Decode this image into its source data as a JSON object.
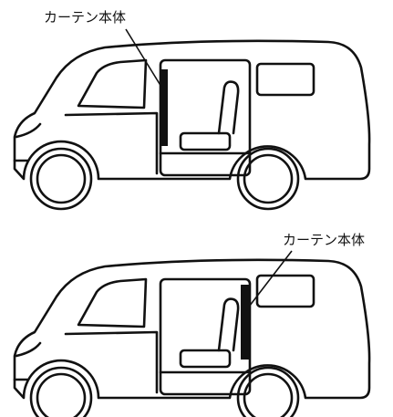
{
  "colors": {
    "stroke": "#111111",
    "background": "#ffffff",
    "curtain": "#111111"
  },
  "figures": [
    {
      "id": "van-curtain-front",
      "callout_label": "カーテン本体",
      "curtain_position": "front-of-door-opening"
    },
    {
      "id": "van-curtain-rear",
      "callout_label": "カーテン本体",
      "curtain_position": "rear-of-door-opening"
    }
  ]
}
